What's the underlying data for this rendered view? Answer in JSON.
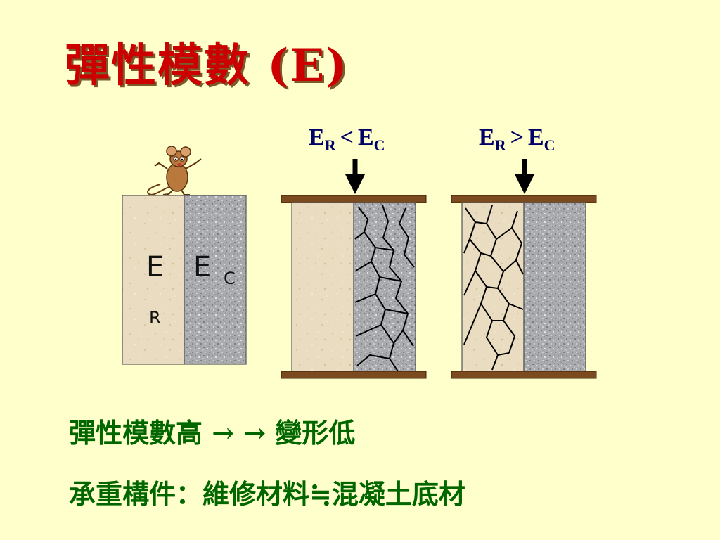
{
  "title": "彈性模數 (E)",
  "block1": {
    "label_left_main": "E",
    "label_left_sub": "R",
    "label_right_main": "E",
    "label_right_sub": "C"
  },
  "block2": {
    "label": {
      "e1": "E",
      "s1": "R",
      "op": "<",
      "e2": "E",
      "s2": "C"
    }
  },
  "block3": {
    "label": {
      "e1": "E",
      "s1": "R",
      "op": ">",
      "e2": "E",
      "s2": "C"
    }
  },
  "lines": {
    "line1": "彈性模數高 → → 變形低",
    "line2": "承重構件：維修材料≒混凝土底材"
  },
  "colors": {
    "background": "#ffffcc",
    "title": "#cc0000",
    "title_shadow": "#7a5a2a",
    "text": "#006600",
    "repair_material": "#e9dcc0",
    "concrete": "#a9abae",
    "plate": "#7b4a1e",
    "label": "#000066"
  },
  "icons": {
    "mouse": "mouse-icon",
    "arrow": "down-arrow-icon"
  }
}
